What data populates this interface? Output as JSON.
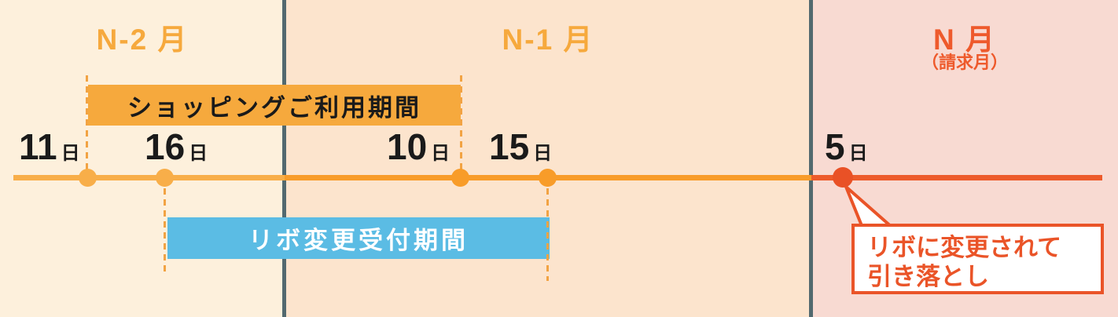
{
  "diagram_title": "credit-card revolving payment billing timeline",
  "months": [
    {
      "label": "N-2 月"
    },
    {
      "label": "N-1 月"
    },
    {
      "label": "N 月",
      "sublabel": "（請求月）"
    }
  ],
  "days": [
    {
      "value": "11",
      "unit": "日"
    },
    {
      "value": "16",
      "unit": "日"
    },
    {
      "value": "10",
      "unit": "日"
    },
    {
      "value": "15",
      "unit": "日"
    },
    {
      "value": "5",
      "unit": "日"
    }
  ],
  "periods": [
    {
      "label": "ショッピングご利用期間",
      "color": "#F6A93D",
      "text_color": "#1A1A1A",
      "from_day": "11",
      "to_day": "10"
    },
    {
      "label": "リボ変更受付期間",
      "color": "#5BBCE4",
      "text_color": "#FFFFFF",
      "from_day": "16",
      "to_day": "15"
    }
  ],
  "callout": {
    "line1": "リボに変更されて",
    "line2": "引き落とし",
    "points_at_day": "5",
    "color": "#EA5428"
  },
  "colors": {
    "panel_month_n2": "#FDF0DC",
    "panel_month_n1": "#FCE4CD",
    "panel_month_n": "#F8DAD2",
    "divider": "#52696F",
    "timeline_n2": "#F8AE49",
    "timeline_n1": "#F89C29",
    "timeline_n": "#ED5B2B",
    "month_label_orange": "#F6A93D",
    "month_label_red": "#EE5A2C",
    "dashed_guide": "#F2A343"
  }
}
